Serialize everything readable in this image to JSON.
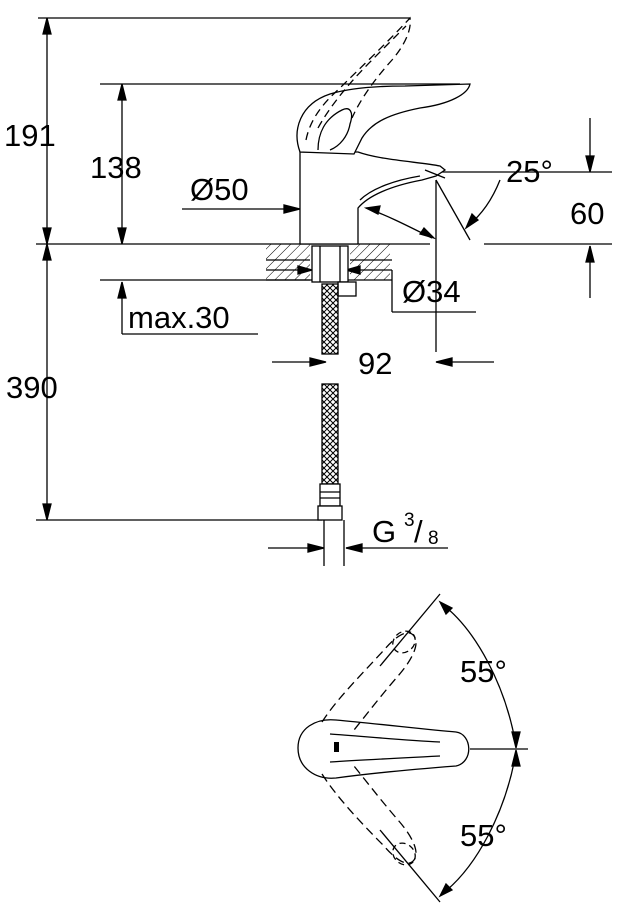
{
  "side_view": {
    "dimensions": {
      "total_height": "191",
      "spout_height": "138",
      "body_diameter": "Ø50",
      "spout_angle": "25°",
      "spout_outlet_height": "60",
      "hole_diameter": "Ø34",
      "max_deck_thickness": "max.30",
      "spout_reach": "92",
      "hose_length": "390",
      "connection_thread": "G",
      "thread_num": "3",
      "thread_den": "8"
    }
  },
  "top_view": {
    "dimensions": {
      "rotation_up": "55°",
      "rotation_down": "55°"
    }
  }
}
